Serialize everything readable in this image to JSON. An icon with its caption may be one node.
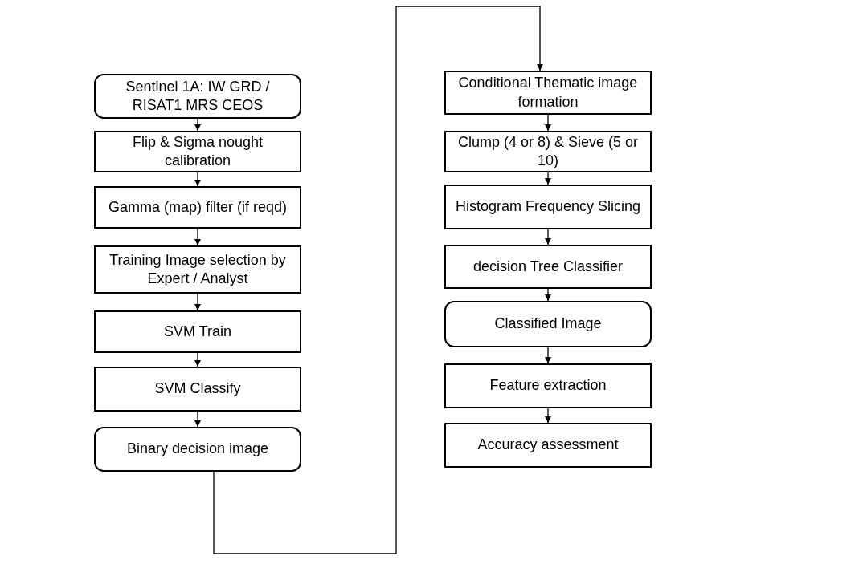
{
  "diagram": {
    "nodes": [
      {
        "text": [
          "Sentinel 1A: IW GRD / RISAT1 MRS CEOS"
        ]
      },
      {
        "text": [
          "Flip & Sigma nought calibration"
        ]
      },
      {
        "text": [
          "Gamma (map) filter (if reqd)"
        ]
      },
      {
        "text": [
          "Training Image selection by Expert / Analyst"
        ]
      },
      {
        "text": [
          "SVM Train"
        ]
      },
      {
        "text": [
          "SVM Classify"
        ]
      },
      {
        "text": [
          "Binary decision image"
        ]
      },
      {
        "text": [
          "Conditional Thematic image formation"
        ]
      },
      {
        "text": [
          "Clump (4 or 8) & Sieve (5 or 10)"
        ]
      },
      {
        "text": [
          "Histogram Frequency Slicing"
        ]
      },
      {
        "text": [
          "decision Tree Classifier"
        ]
      },
      {
        "text": [
          "Classified Image"
        ]
      },
      {
        "text": [
          "Feature extraction"
        ]
      },
      {
        "text": [
          "Accuracy assessment"
        ]
      }
    ],
    "edges": [
      {
        "from": 0,
        "to": 1,
        "arrow": "to"
      },
      {
        "from": 1,
        "to": 2,
        "arrow": "to"
      },
      {
        "from": 2,
        "to": 3,
        "arrow": "to"
      },
      {
        "from": 3,
        "to": 4,
        "arrow": "to"
      },
      {
        "from": 4,
        "to": 5,
        "arrow": "to"
      },
      {
        "from": 5,
        "to": 6,
        "arrow": "to"
      },
      {
        "from": 6,
        "to": 7,
        "arrow": "to"
      },
      {
        "from": 7,
        "to": 8,
        "arrow": "to"
      },
      {
        "from": 8,
        "to": 9,
        "arrow": "to"
      },
      {
        "from": 9,
        "to": 10,
        "arrow": "to"
      },
      {
        "from": 10,
        "to": 11,
        "arrow": "to"
      },
      {
        "from": 11,
        "to": 12,
        "arrow": "to"
      },
      {
        "from": 12,
        "to": 13,
        "arrow": "to"
      }
    ]
  }
}
